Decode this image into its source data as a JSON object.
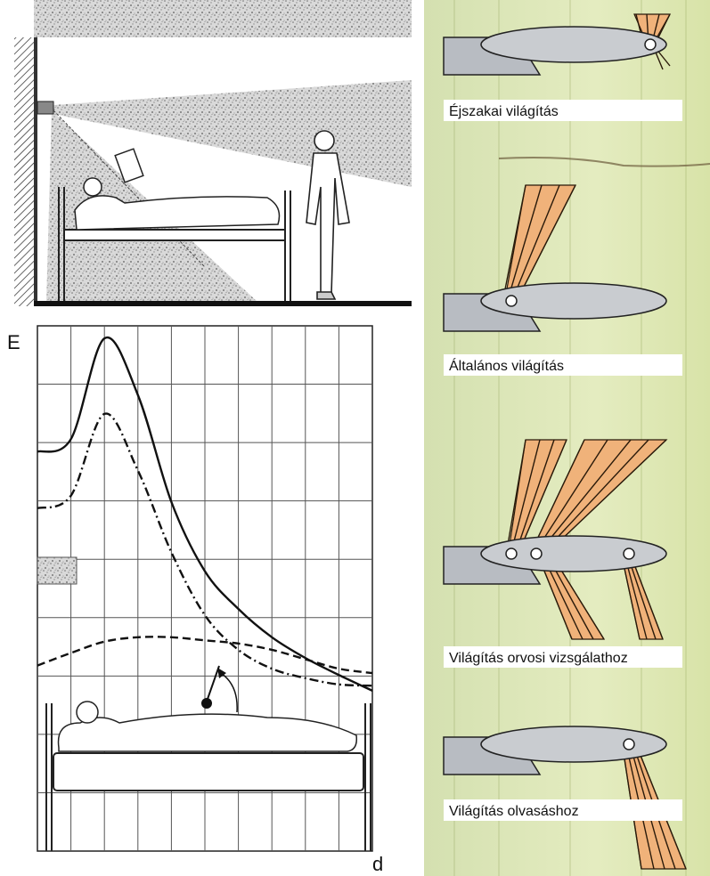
{
  "chart_data": {
    "type": "line",
    "ylabel": "E",
    "xlabel": "d",
    "x": [
      0,
      1,
      2,
      3,
      4,
      5,
      6,
      7,
      8,
      9,
      10
    ],
    "series": [
      {
        "values": [
          4.0,
          4.2,
          5.8,
          4.9,
          3.2,
          2.1,
          1.5,
          1.05,
          0.72,
          0.45,
          0.2
        ],
        "style": "solid"
      },
      {
        "values": [
          3.1,
          3.3,
          4.6,
          3.7,
          2.4,
          1.4,
          0.85,
          0.55,
          0.4,
          0.3,
          0.28
        ],
        "style": "dash-dot"
      },
      {
        "values": [
          0.6,
          0.8,
          0.98,
          1.05,
          1.05,
          1.0,
          0.95,
          0.85,
          0.7,
          0.55,
          0.48
        ],
        "style": "dashed"
      }
    ],
    "grid": true
  },
  "panels": [
    {
      "label": "Éjszakai világítás"
    },
    {
      "label": "Általános világítás"
    },
    {
      "label": "Világítás orvosi vizsgálathoz"
    },
    {
      "label": "Világítás olvasáshoz"
    }
  ],
  "colors": {
    "beam": "#f0b27a",
    "beam_line": "#2a1a0a",
    "luminaire": "#c9ccd0",
    "panel_bg": "#dfe8b4"
  }
}
